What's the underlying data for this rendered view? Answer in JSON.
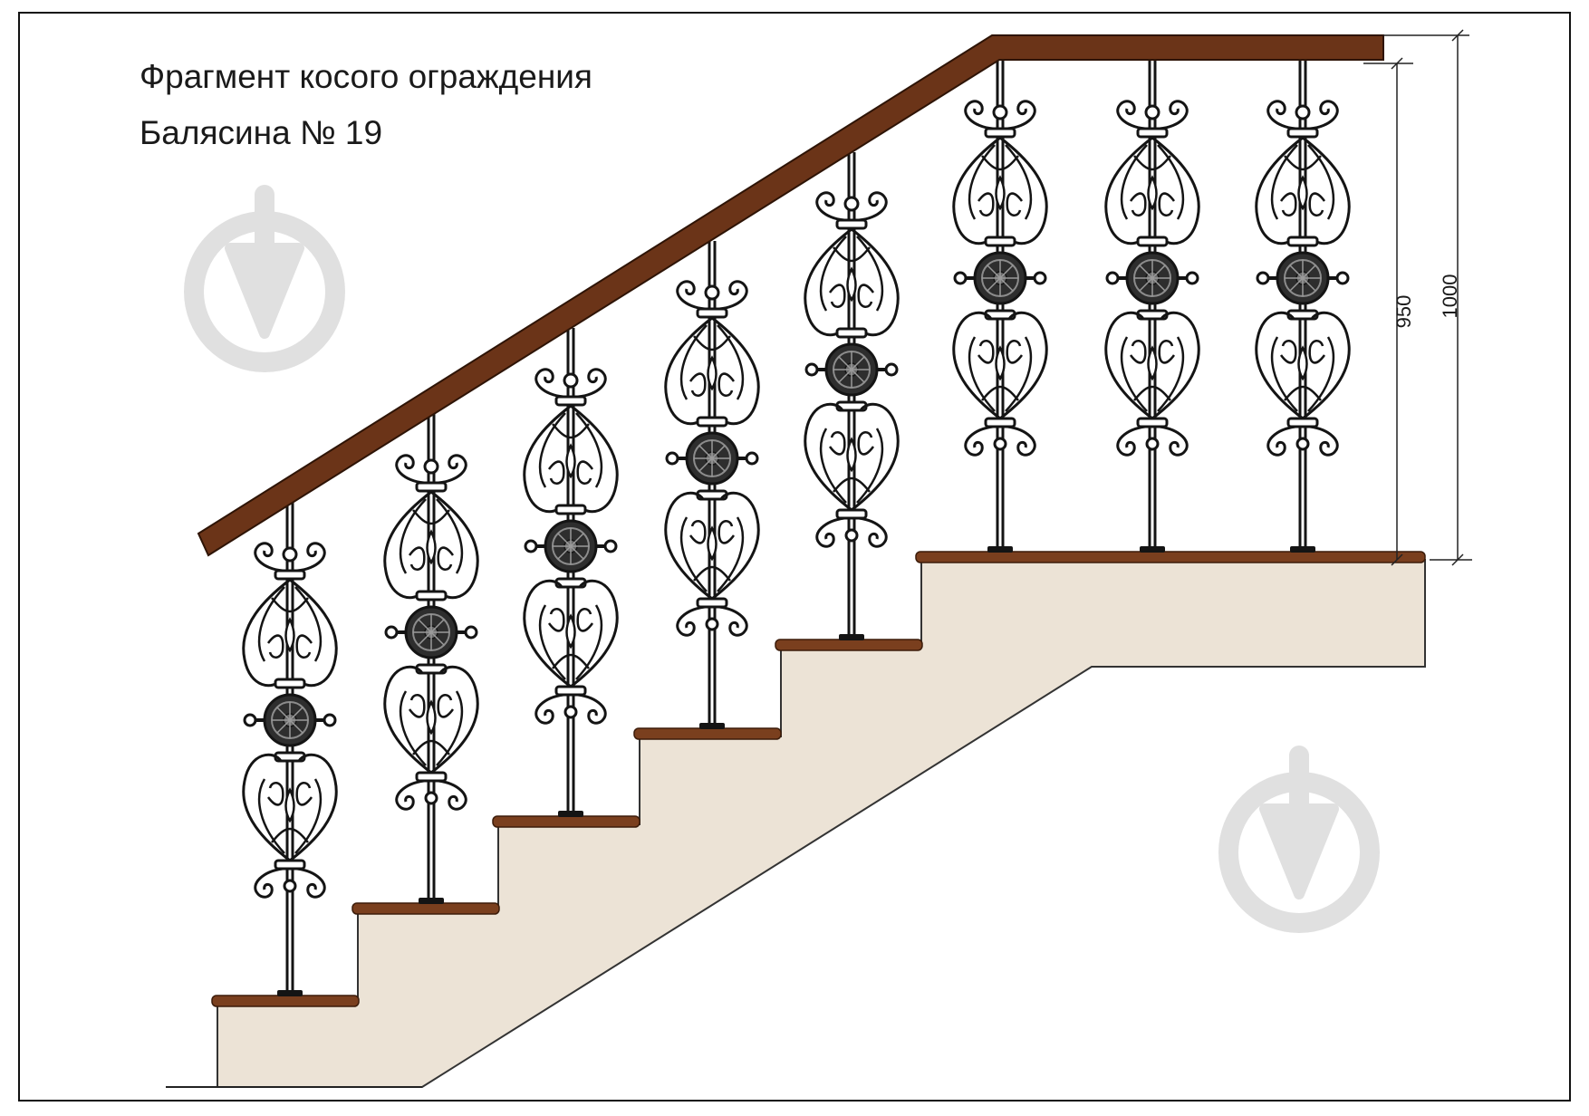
{
  "drawing": {
    "title": "Фрагмент косого ограждения",
    "subtitle": "Балясина № 19"
  },
  "dimensions": {
    "inner": "950",
    "outer": "1000"
  },
  "colors": {
    "handrail": "#6b3418",
    "tread": "#7a3f1e",
    "stair_body": "#ece3d6",
    "ironwork": "#141414",
    "watermark": "#e0e0e0",
    "frame": "#111111"
  },
  "icons": {
    "watermark": "trowel-logo-icon"
  }
}
